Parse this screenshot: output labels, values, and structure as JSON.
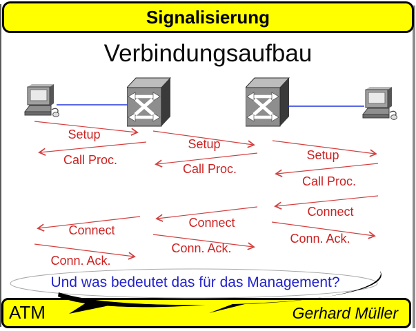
{
  "header": {
    "title": "Signalisierung"
  },
  "heading": "Verbindungsaufbau",
  "bubble": {
    "text": "Und was bedeutet das für das Management?"
  },
  "footer": {
    "left": "ATM",
    "right": "Gerhard Müller"
  },
  "colors": {
    "banner_yellow": "#ffff00",
    "message_red": "#cc2222",
    "link_blue": "#2222cc",
    "bubble_text_blue": "#2222cc"
  },
  "diagram": {
    "nodes": [
      {
        "icon": "computer-icon",
        "type": "terminal"
      },
      {
        "icon": "atm-switch-icon",
        "type": "switch"
      },
      {
        "icon": "atm-switch-icon",
        "type": "switch"
      },
      {
        "icon": "computer-icon",
        "type": "terminal"
      }
    ],
    "hops": [
      {
        "messages": [
          {
            "label": "Setup",
            "direction": "right"
          },
          {
            "label": "Call Proc.",
            "direction": "left"
          },
          {
            "label": "Connect",
            "direction": "left"
          },
          {
            "label": "Conn. Ack.",
            "direction": "right"
          }
        ]
      },
      {
        "messages": [
          {
            "label": "Setup",
            "direction": "right"
          },
          {
            "label": "Call Proc.",
            "direction": "left"
          },
          {
            "label": "Connect",
            "direction": "left"
          },
          {
            "label": "Conn. Ack.",
            "direction": "right"
          }
        ]
      },
      {
        "messages": [
          {
            "label": "Setup",
            "direction": "right"
          },
          {
            "label": "Call Proc.",
            "direction": "left"
          },
          {
            "label": "Connect",
            "direction": "left"
          },
          {
            "label": "Conn. Ack.",
            "direction": "right"
          }
        ]
      }
    ]
  }
}
